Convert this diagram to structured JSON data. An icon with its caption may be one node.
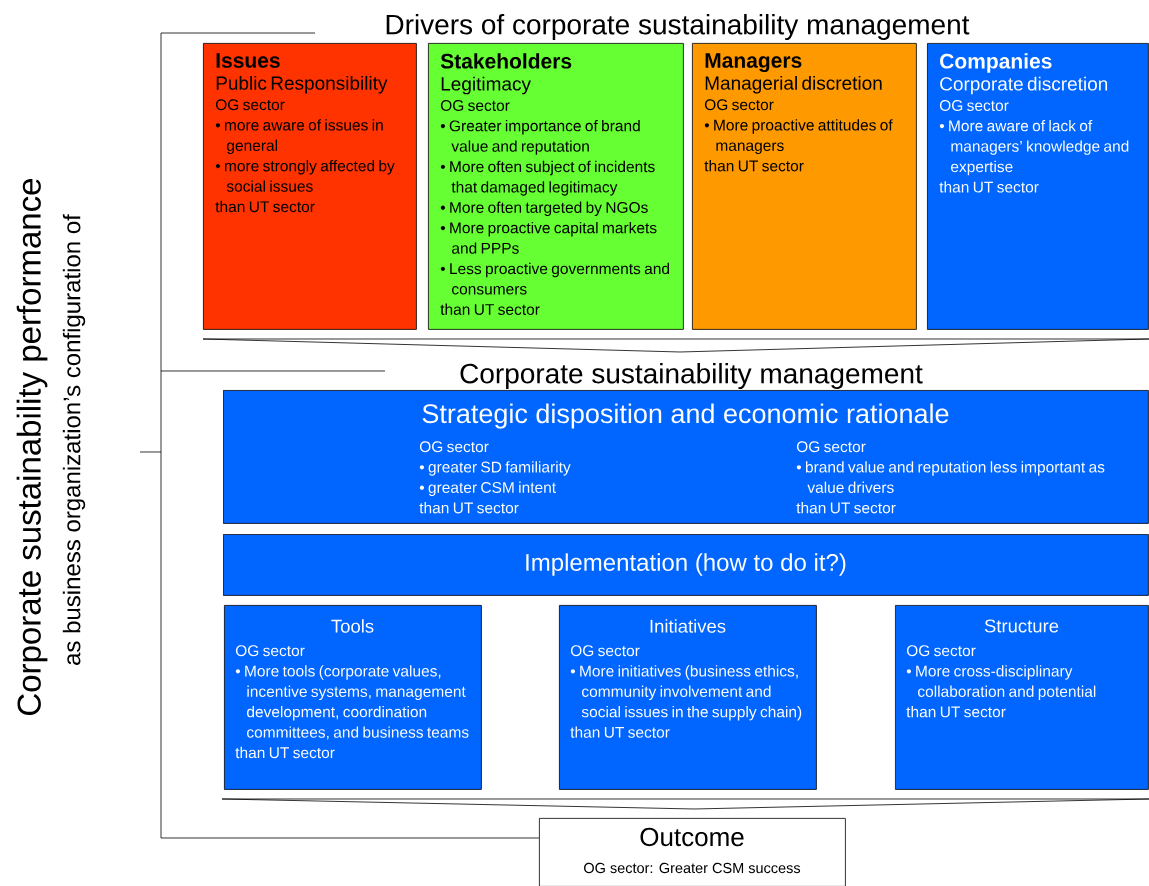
{
  "diagram": {
    "nodes": [
      {
        "text": [
          "Issues",
          "Public Responsibility",
          "OG sector",
          "• more aware of issues in general",
          "• more strongly affected by social issues",
          "than UT sector"
        ]
      },
      {
        "text": [
          "Stakeholders",
          "Legitimacy",
          "OG sector",
          "• Greater importance of brand value and reputation",
          "• More often subject of incidents that damaged legitimacy",
          "• More often targeted by NGOs",
          "• More proactive capital markets and PPPs",
          "• Less proactive governments and consumers",
          "than UT sector"
        ]
      },
      {
        "text": [
          "Managers",
          "Managerial discretion",
          "OG sector",
          "• More proactive attitudes of managers",
          "than UT sector"
        ]
      },
      {
        "text": [
          "Companies",
          "Corporate discretion",
          "OG sector",
          "• More aware of lack of managers’ knowledge and expertise",
          "than UT sector"
        ]
      },
      {
        "text": [
          "Strategic disposition and economic rationale",
          "OG sector",
          "• greater SD familiarity",
          "• greater CSM intent",
          "than UT sector",
          "OG sector",
          "• brand value and reputation less important as value drivers",
          "than UT sector"
        ]
      },
      {
        "text": [
          "Implementation (how to do it?)"
        ]
      },
      {
        "text": [
          "Tools",
          "OG sector",
          "• More tools (corporate values, incentive systems, management development, coordination committees, and business teams",
          "than UT sector"
        ]
      },
      {
        "text": [
          "Initiatives",
          "OG sector",
          "• More initiatives (business ethics, community involvement and social issues in the supply chain)",
          "than UT sector"
        ]
      },
      {
        "text": [
          "Structure",
          "OG sector",
          "• More cross-disciplinary collaboration and potential",
          "than UT sector"
        ]
      },
      {
        "text": [
          "Outcome",
          "OG sector: Greater CSM success"
        ]
      }
    ],
    "labels": [
      "Drivers of corporate sustainability management",
      "Corporate sustainability management",
      "Corporate sustainability performance",
      "as business organization’s configuration of"
    ]
  }
}
